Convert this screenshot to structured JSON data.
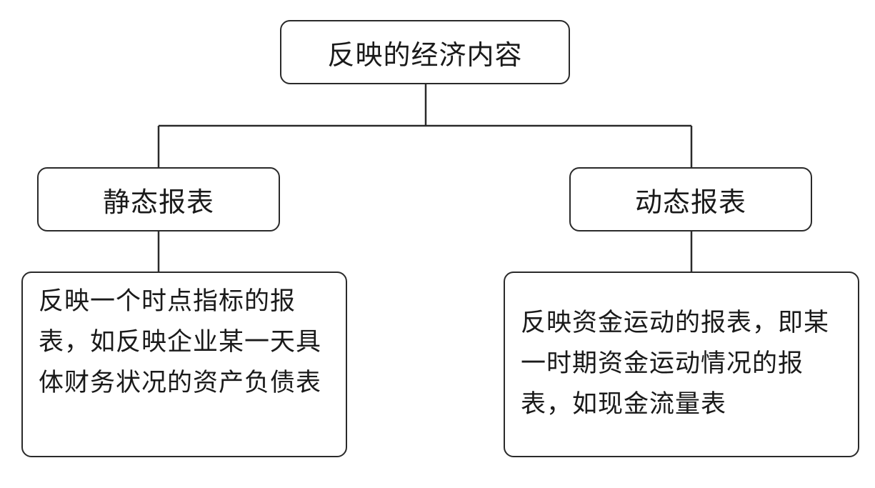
{
  "diagram": {
    "root": {
      "label": "反映的经济内容"
    },
    "left": {
      "label": "静态报表",
      "description": "反映一个时点指标的报表，如反映企业某一天具体财务状况的资产负债表"
    },
    "right": {
      "label": "动态报表",
      "description": "反映资金运动的报表，即某一时期资金运动情况的报表，如现金流量表"
    },
    "colors": {
      "stroke": "#2a2a2a",
      "text": "#1a1a1a",
      "background": "#ffffff"
    }
  }
}
